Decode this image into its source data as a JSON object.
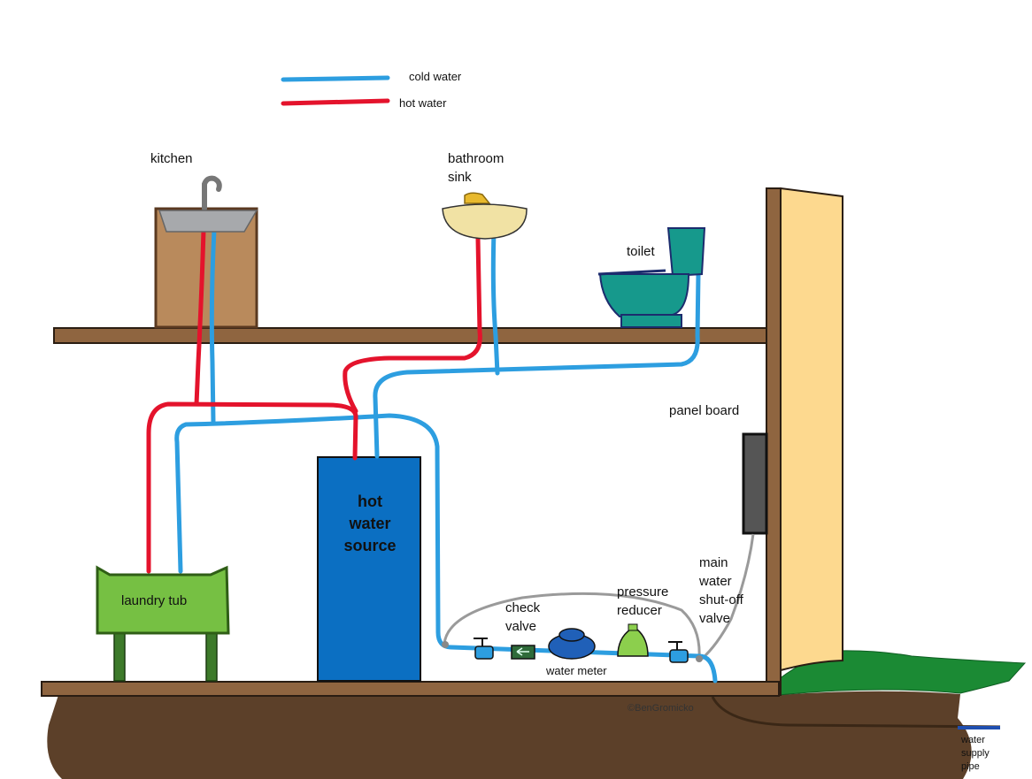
{
  "legend": {
    "cold": {
      "label": "cold water",
      "color": "#2d9ee0"
    },
    "hot": {
      "label": "hot water",
      "color": "#e4132c"
    }
  },
  "fixtures": {
    "kitchen": "kitchen",
    "bathroom_sink": [
      "bathroom",
      "sink"
    ],
    "toilet": "toilet",
    "laundry_tub": "laundry tub",
    "hot_water_source": [
      "hot",
      "water",
      "source"
    ],
    "panel_board": "panel board"
  },
  "components": {
    "check_valve": [
      "check",
      "valve"
    ],
    "pressure_reducer": [
      "pressure",
      "reducer"
    ],
    "water_meter": "water meter",
    "main_shutoff": [
      "main",
      "water",
      "shut-off",
      "valve"
    ]
  },
  "supply": [
    "water",
    "supply",
    "pipe"
  ],
  "credit": "©BenGromicko",
  "colors": {
    "wood": "#8f6540",
    "kitchen_cabinet": "#b98a5c",
    "tank": "#0b6fc2",
    "laundry": "#76c043",
    "toilet": "#16998c",
    "wall": "#fdd98f",
    "grass": "#1b8a34",
    "soil": "#5c4029"
  }
}
